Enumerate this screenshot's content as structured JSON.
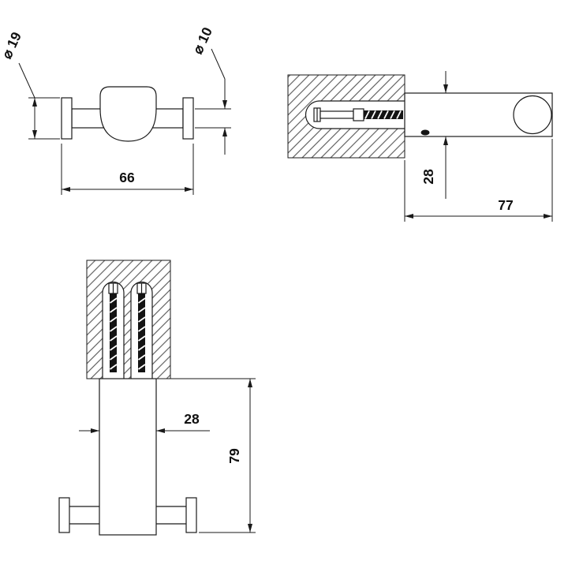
{
  "colors": {
    "line": "#1a1a1a",
    "background": "#ffffff",
    "hatch": "#444444"
  },
  "views": {
    "front": {
      "dim_hook_diameter": "⌀ 19",
      "dim_bar_diameter": "⌀ 10",
      "dim_width": "66"
    },
    "side": {
      "dim_height": "28",
      "dim_projection": "77"
    },
    "plan": {
      "dim_width": "28",
      "dim_length": "79"
    }
  }
}
